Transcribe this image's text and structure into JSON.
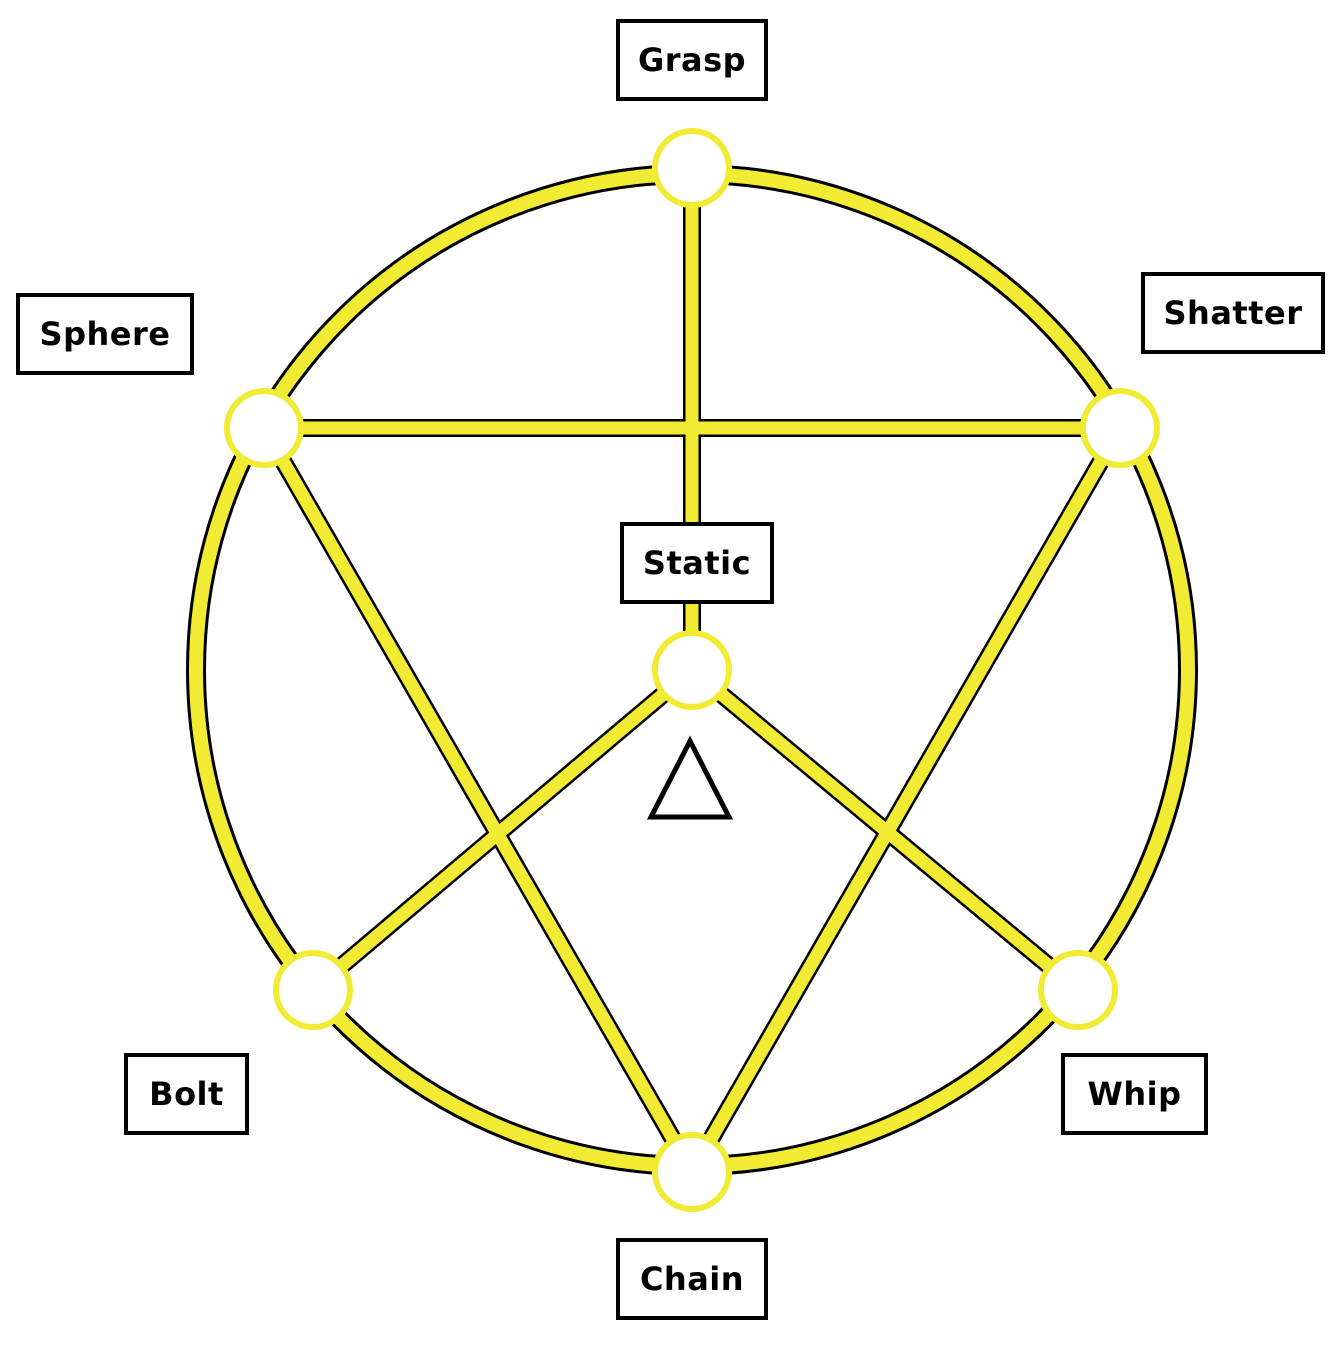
{
  "diagram": {
    "labels": {
      "grasp": "Grasp",
      "shatter": "Shatter",
      "sphere": "Sphere",
      "static": "Static",
      "bolt": "Bolt",
      "whip": "Whip",
      "chain": "Chain"
    },
    "colors": {
      "line_fill": "#f1ec33",
      "line_edge": "#000000",
      "node_fill": "#ffffff",
      "node_ring": "#f1ec33",
      "label_border": "#000000",
      "label_text": "#000000"
    },
    "center_symbol": "triangle-icon"
  }
}
